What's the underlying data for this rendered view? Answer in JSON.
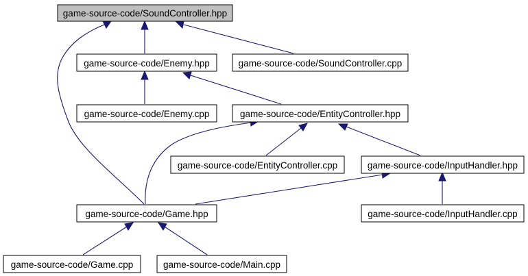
{
  "graph": {
    "edge_color": "#191970",
    "root_fill": "#bfbfbf",
    "nodes": {
      "sound_controller_hpp": "game-source-code/SoundController.hpp",
      "enemy_hpp": "game-source-code/Enemy.hpp",
      "sound_controller_cpp": "game-source-code/SoundController.cpp",
      "enemy_cpp": "game-source-code/Enemy.cpp",
      "entity_controller_hpp": "game-source-code/EntityController.hpp",
      "entity_controller_cpp": "game-source-code/EntityController.cpp",
      "input_handler_hpp": "game-source-code/InputHandler.hpp",
      "game_hpp": "game-source-code/Game.hpp",
      "input_handler_cpp": "game-source-code/InputHandler.cpp",
      "game_cpp": "game-source-code/Game.cpp",
      "main_cpp": "game-source-code/Main.cpp"
    },
    "edges": [
      [
        "enemy_hpp",
        "sound_controller_hpp"
      ],
      [
        "sound_controller_cpp",
        "sound_controller_hpp"
      ],
      [
        "game_hpp",
        "sound_controller_hpp"
      ],
      [
        "enemy_cpp",
        "enemy_hpp"
      ],
      [
        "entity_controller_hpp",
        "enemy_hpp"
      ],
      [
        "game_hpp",
        "entity_controller_hpp"
      ],
      [
        "entity_controller_cpp",
        "entity_controller_hpp"
      ],
      [
        "input_handler_hpp",
        "entity_controller_hpp"
      ],
      [
        "game_hpp",
        "input_handler_hpp"
      ],
      [
        "input_handler_cpp",
        "input_handler_hpp"
      ],
      [
        "game_cpp",
        "game_hpp"
      ],
      [
        "main_cpp",
        "game_hpp"
      ]
    ]
  }
}
